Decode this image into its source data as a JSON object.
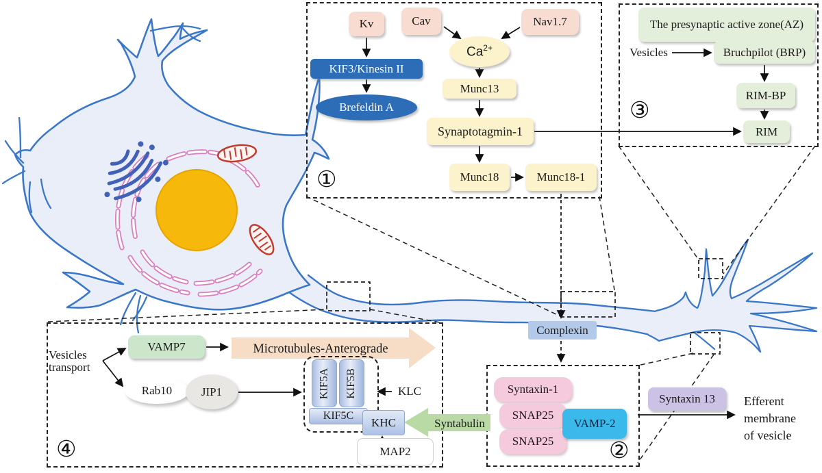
{
  "figure": {
    "description": "Neuron pathway diagram with four numbered zoomed regions",
    "colors": {
      "neuron_outline": "#3b77c9",
      "neuron_fill": "#e9eef8",
      "nucleus": "#f7b80c",
      "channel_pink": "#f8dcd2",
      "pathway_yellow": "#fcf3cd",
      "kinesin_blue": "#2d6db8",
      "active_zone_green": "#e4efdb",
      "microtubule_arrow": "#f7ddc5",
      "syntabulin_green": "#b9daa4",
      "snare_pink": "#f5cadd",
      "vamp2_cyan": "#3ab9ea",
      "syntaxin13_purple": "#cbc2e5",
      "complexin_blue": "#b3c9e9"
    }
  },
  "box1": {
    "number": "①",
    "kv": "Kv",
    "cav": "Cav",
    "nav": "Nav1.7",
    "ca_base": "Ca",
    "ca_sup": "2+",
    "kif3": "KIF3/Kinesin II",
    "brefeldin": "Brefeldin A",
    "munc13": "Munc13",
    "synaptotagmin": "Synaptotagmin-1",
    "munc18": "Munc18",
    "munc18_1": "Munc18-1"
  },
  "box2": {
    "number": "②",
    "syntaxin1": "Syntaxin-1",
    "snap25_top": "SNAP25",
    "snap25_bottom": "SNAP25",
    "vamp2": "VAMP-2",
    "complexin": "Complexin",
    "syntabulin": "Syntabulin",
    "syntaxin13": "Syntaxin 13",
    "efferent_line1": "Efferent",
    "efferent_line2": "membrane",
    "efferent_line3": "of vesicle"
  },
  "box3": {
    "number": "③",
    "active_zone": "The presynaptic active zone(AZ)",
    "vesicles": "Vesicles",
    "bruchpilot": "Bruchpilot (BRP)",
    "rim_bp": "RIM-BP",
    "rim": "RIM"
  },
  "box4": {
    "number": "④",
    "vesicles_line1": "Vesicles",
    "vesicles_line2": "transport",
    "vamp7": "VAMP7",
    "microtubules": "Microtubules-Anterograde",
    "rab10": "Rab10",
    "jip1": "JIP1",
    "kif5a": "KIF5A",
    "kif5b": "KIF5B",
    "kif5c": "KIF5C",
    "klc": "KLC",
    "khc": "KHC",
    "map2": "MAP2"
  }
}
